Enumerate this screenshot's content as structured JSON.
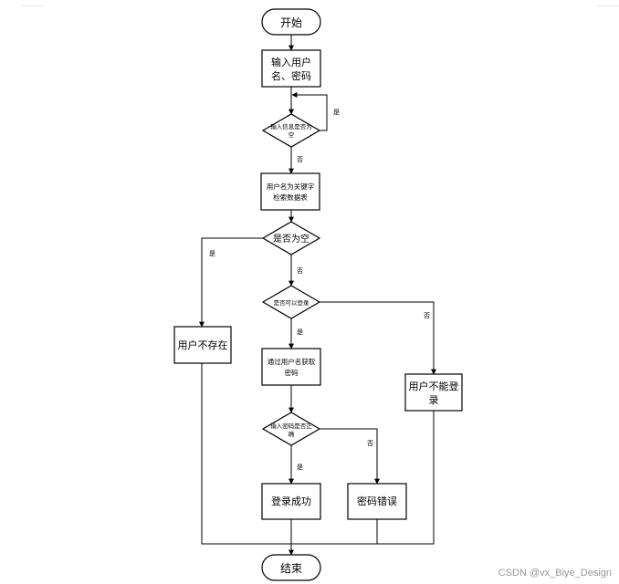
{
  "flowchart": {
    "start": "开始",
    "input_credentials": [
      "输入用户",
      "名、密码"
    ],
    "check_input_empty": [
      "输入信息是否为",
      "空"
    ],
    "search_db": [
      "用户名为关键字",
      "检索数据表"
    ],
    "check_result_empty": "是否为空",
    "check_can_login": "是否可以登录",
    "user_not_exist": "用户不存在",
    "get_password": [
      "通过用户名获取",
      "密码"
    ],
    "cannot_login": [
      "用户不能登",
      "录"
    ],
    "check_password_correct": [
      "输入密码是否正",
      "确"
    ],
    "login_success": "登录成功",
    "password_error": "密码错误",
    "end": "结束",
    "labels": {
      "yes": "是",
      "no": "否"
    }
  },
  "watermark": "CSDN @vx_Biye_Design"
}
